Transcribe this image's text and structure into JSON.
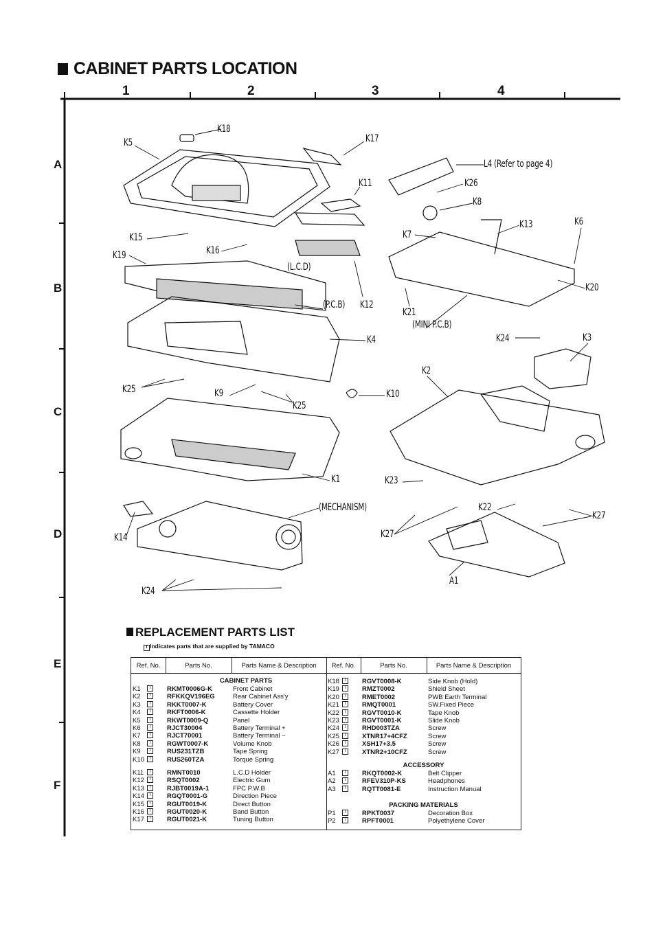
{
  "title": "CABINET PARTS LOCATION",
  "columns": [
    "1",
    "2",
    "3",
    "4"
  ],
  "rows": [
    "A",
    "B",
    "C",
    "D",
    "E",
    "F"
  ],
  "diagram_labels": {
    "k18": "K18",
    "k5": "K5",
    "k17": "K17",
    "l4": "L4 (Refer to page 4)",
    "k26": "K26",
    "k11": "K11",
    "k8": "K8",
    "k13": "K13",
    "k6": "K6",
    "k7": "K7",
    "k15": "K15",
    "k16": "K16",
    "k19": "K19",
    "lcd": "(L.C.D)",
    "k20": "K20",
    "pcb": "(P.C.B)",
    "k12": "K12",
    "k21": "K21",
    "minipcb": "(MINI P.C.B)",
    "k24a": "K24",
    "k3": "K3",
    "k4": "K4",
    "k2": "K2",
    "k25a": "K25",
    "k9": "K9",
    "k25b": "K25",
    "k10": "K10",
    "k1": "K1",
    "k23": "K23",
    "mechanism": "(MECHANISM)",
    "k22": "K22",
    "k27a": "K27",
    "k14": "K14",
    "k27b": "K27",
    "a1": "A1",
    "k24b": "K24"
  },
  "replacement": {
    "title": "REPLACEMENT PARTS LIST",
    "note": "Indicates parts that are supplied by TAMACO",
    "headers": [
      "Ref. No.",
      "Parts No.",
      "Parts Name & Description",
      "Ref. No.",
      "Parts No.",
      "Parts Name & Description"
    ],
    "left_section": "CABINET PARTS",
    "left": [
      [
        "K1",
        "RKMT0006G-K",
        "Front Cabinet"
      ],
      [
        "K2",
        "RFKKQV196EG",
        "Rear Cabinet Ass'y"
      ],
      [
        "K3",
        "RKKT0007-K",
        "Battery Cover"
      ],
      [
        "K4",
        "RKFT0006-K",
        "Cassette Holder"
      ],
      [
        "K5",
        "RKWT0009-Q",
        "Panel"
      ],
      [
        "K6",
        "RJCT30004",
        "Battery Terminal +"
      ],
      [
        "K7",
        "RJCT70001",
        "Battery Terminal −"
      ],
      [
        "K8",
        "RGWT0007-K",
        "Volume Knob"
      ],
      [
        "K9",
        "RUS231TZB",
        "Tape Spring"
      ],
      [
        "K10",
        "RUS260TZA",
        "Torque Spring"
      ],
      [
        "K11",
        "RMNT0010",
        "L.C.D Holder"
      ],
      [
        "K12",
        "RSQT0002",
        "Electric Gum"
      ],
      [
        "K13",
        "RJBT0019A-1",
        "FPC P.W.B"
      ],
      [
        "K14",
        "RGQT0001-G",
        "Direction Piece"
      ],
      [
        "K15",
        "RGUT0019-K",
        "Direct Button"
      ],
      [
        "K16",
        "RGUT0020-K",
        "Band Button"
      ],
      [
        "K17",
        "RGUT0021-K",
        "Tuning Button"
      ]
    ],
    "right": [
      [
        "K18",
        "RGVT0008-K",
        "Side Knob (Hold)"
      ],
      [
        "K19",
        "RMZT0002",
        "Shield Sheet"
      ],
      [
        "K20",
        "RMET0002",
        "PWB Earth Terminal"
      ],
      [
        "K21",
        "RMQT0001",
        "SW.Fixed Piece"
      ],
      [
        "K22",
        "RGVT0010-K",
        "Tape Knob"
      ],
      [
        "K23",
        "RGVT0001-K",
        "Slide Knob"
      ],
      [
        "K24",
        "RHD003TZA",
        "Screw"
      ],
      [
        "K25",
        "XTNR17+4CFZ",
        "Screw"
      ],
      [
        "K26",
        "XSH17+3.5",
        "Screw"
      ],
      [
        "K27",
        "XTNR2+10CFZ",
        "Screw"
      ]
    ],
    "accessory_section": "ACCESSORY",
    "accessory": [
      [
        "A1",
        "RKQT0002-K",
        "Belt Clipper"
      ],
      [
        "A2",
        "RFEV310P-KS",
        "Headphones"
      ],
      [
        "A3",
        "RQTT0081-E",
        "Instruction Manual"
      ]
    ],
    "packing_section": "PACKING MATERIALS",
    "packing": [
      [
        "P1",
        "RPKT0037",
        "Decoration Box"
      ],
      [
        "P2",
        "RPFT0001",
        "Polyethylene Cover"
      ]
    ]
  }
}
